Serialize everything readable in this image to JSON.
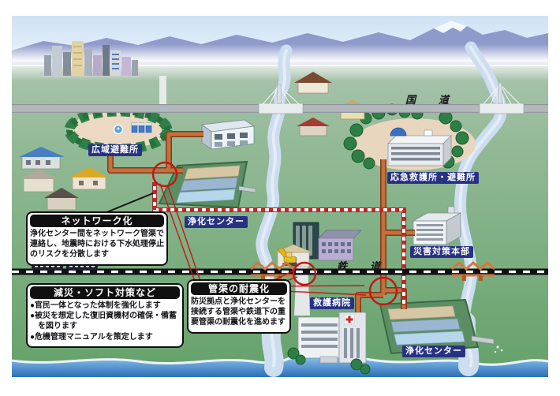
{
  "map_labels": {
    "wide_area_shelter": "広域避難所",
    "upper_purification_center": "浄化センター",
    "emergency_aid_shelter": "応急救護所・避難所",
    "disaster_hq": "災害対策本部",
    "rescue_hospital": "救護病院",
    "lower_purification_center": "浄化センター",
    "national_road": "国　道",
    "railway": "鉄　道"
  },
  "callouts": {
    "network": {
      "title": "ネットワーク化",
      "body": "浄化センター間をネットワーク管渠で連絡し、地震時における下水処理停止のリスクを分散します"
    },
    "mitigation": {
      "title": "減災・ソフト対策など",
      "items": [
        "●官民一体となった体制を強化します",
        "●被災を想定した復旧資機材の確保・備蓄を図ります",
        "●危機管理マニュアルを策定します"
      ]
    },
    "seismic": {
      "title": "管渠の耐震化",
      "body": "防災拠点と浄化センターを接続する管渠や鉄道下の重要管渠の耐震化を進めます"
    }
  },
  "colors": {
    "label_bg": "#273285",
    "pipe_orange": "#c4703e",
    "highlight_red": "#c61616",
    "network_pipe_red": "#cc2424",
    "callout_black": "#101010",
    "sea_blue": "#2a6fb8",
    "land_green": "#69a46e",
    "river_blue": "#ccddef"
  }
}
